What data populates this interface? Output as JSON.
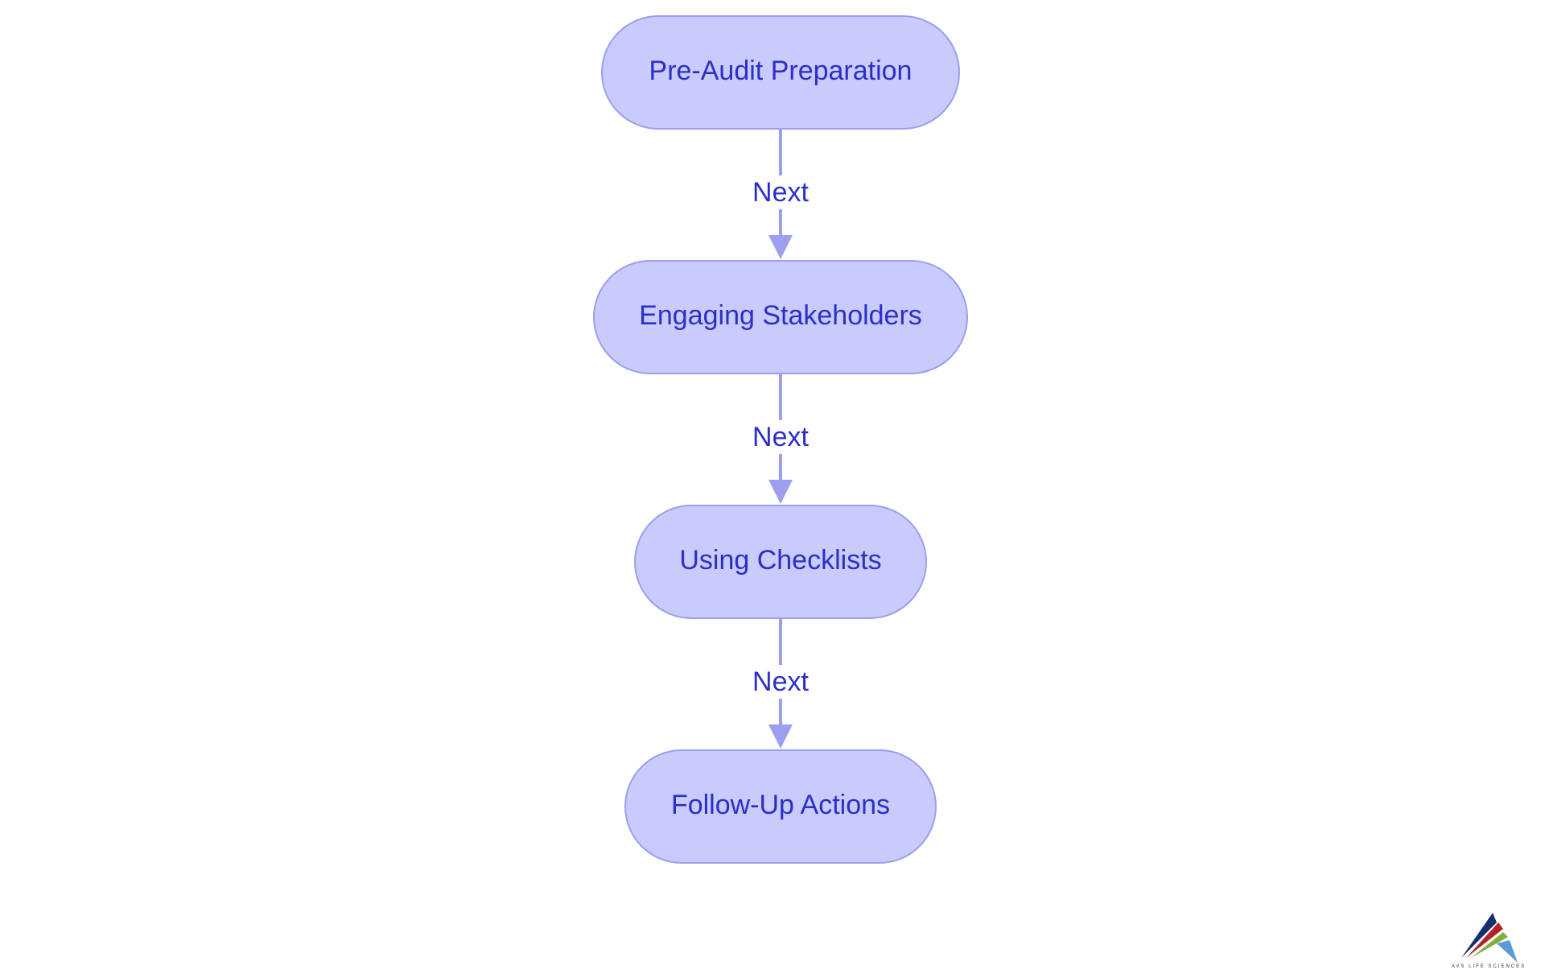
{
  "colors": {
    "node_fill": "#c8cbfc",
    "node_stroke": "#9b9fee",
    "text": "#2b2fc8",
    "edge": "#9b9fee",
    "background": "#ffffff"
  },
  "diagram": {
    "nodes": [
      {
        "id": "n1",
        "label": "Pre-Audit Preparation"
      },
      {
        "id": "n2",
        "label": "Engaging Stakeholders"
      },
      {
        "id": "n3",
        "label": "Using Checklists"
      },
      {
        "id": "n4",
        "label": "Follow-Up Actions"
      }
    ],
    "edges": [
      {
        "from": "n1",
        "to": "n2",
        "label": "Next"
      },
      {
        "from": "n2",
        "to": "n3",
        "label": "Next"
      },
      {
        "from": "n3",
        "to": "n4",
        "label": "Next"
      }
    ]
  },
  "logo": {
    "icon": "triangle-stripes-logo-icon",
    "text": "AVS LIFE SCIENCES"
  }
}
